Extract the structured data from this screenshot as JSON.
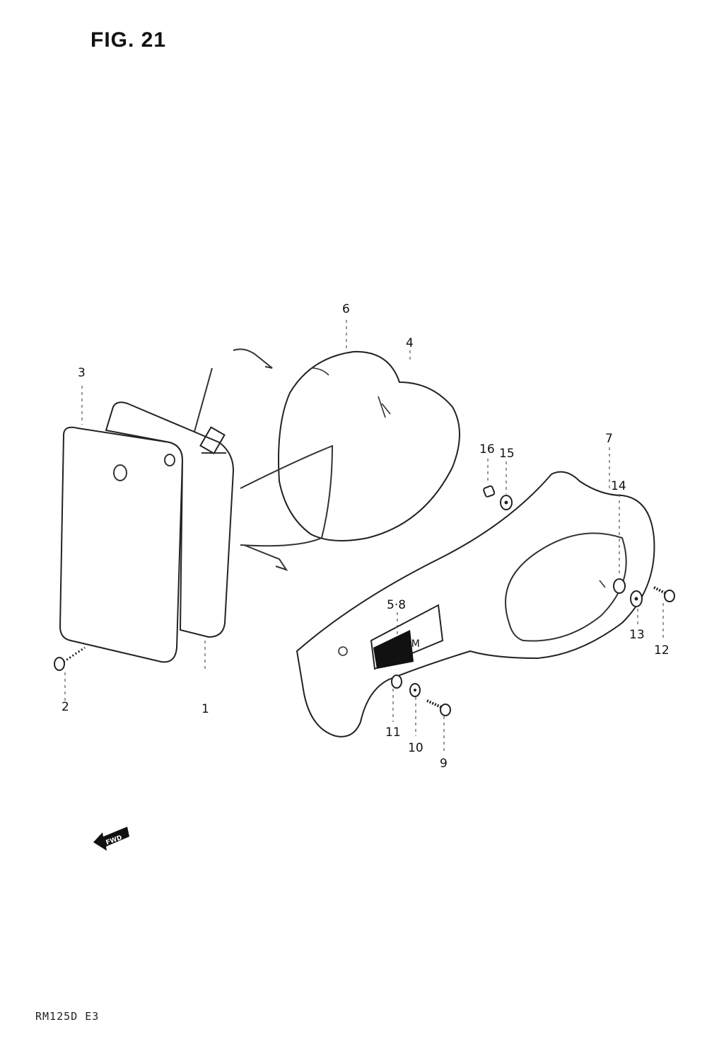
{
  "figure": {
    "title": "FIG. 21",
    "model_code": "RM125D  E3",
    "fwd_label": "FWD"
  },
  "callouts": [
    {
      "id": "c3",
      "label": "3"
    },
    {
      "id": "c6",
      "label": "6"
    },
    {
      "id": "c4",
      "label": "4"
    },
    {
      "id": "c16",
      "label": "16"
    },
    {
      "id": "c15",
      "label": "15"
    },
    {
      "id": "c7",
      "label": "7"
    },
    {
      "id": "c14",
      "label": "14"
    },
    {
      "id": "c58",
      "label": "5·8"
    },
    {
      "id": "c13",
      "label": "13"
    },
    {
      "id": "c12",
      "label": "12"
    },
    {
      "id": "c2",
      "label": "2"
    },
    {
      "id": "c1",
      "label": "1"
    },
    {
      "id": "c11",
      "label": "11"
    },
    {
      "id": "c10",
      "label": "10"
    },
    {
      "id": "c9",
      "label": "9"
    }
  ],
  "plate_text": "RM"
}
